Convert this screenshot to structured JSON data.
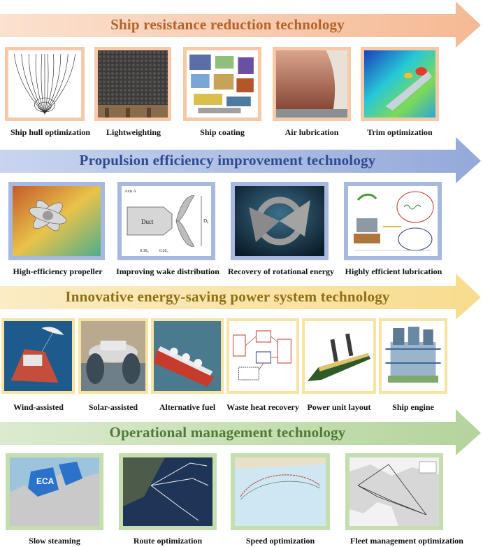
{
  "colors": {
    "resistance": "#f7c9a9",
    "resistance_text": "#b5622b",
    "propulsion": "#a7b9e0",
    "propulsion_text": "#2f4a8f",
    "power": "#f9e3a3",
    "power_text": "#8e6f13",
    "operation": "#c4deb0",
    "operation_text": "#4f7a37"
  },
  "sections": {
    "resistance": {
      "title": "Ship resistance reduction technology",
      "items": [
        {
          "label": "Ship hull optimization",
          "image": "hull-lines-drawing"
        },
        {
          "label": "Lightweighting",
          "image": "lightweight-panel-photo"
        },
        {
          "label": "Ship coating",
          "image": "coating-schematic"
        },
        {
          "label": "Air lubrication",
          "image": "hull-photo"
        },
        {
          "label": "Trim optimization",
          "image": "cfd-pressure-field"
        }
      ]
    },
    "propulsion": {
      "title": "Propulsion efficiency improvement technology",
      "items": [
        {
          "label": "High-efficiency propeller",
          "image": "propeller-render"
        },
        {
          "label": "Improving wake distribution",
          "image": "duct-propeller-diagram"
        },
        {
          "label": "Recovery of rotational energy",
          "image": "rotational-energy-render"
        },
        {
          "label": "Highly efficient lubrication",
          "image": "lubrication-schematic"
        }
      ],
      "duct_text": "Duct",
      "axis_text": "D₀",
      "dim_left": "0.30₀",
      "dim_right": "0.20₀",
      "corner_text": "Axis A"
    },
    "power": {
      "title": "Innovative energy-saving power system technology",
      "items": [
        {
          "label": "Wind-assisted",
          "image": "kite-ship-photo"
        },
        {
          "label": "Solar-assisted",
          "image": "solar-ship-photo"
        },
        {
          "label": "Alternative fuel",
          "image": "lng-tanker-photo"
        },
        {
          "label": "Waste heat recovery",
          "image": "heat-recovery-diagram"
        },
        {
          "label": "Power unit layout",
          "image": "sail-ship-render"
        },
        {
          "label": "Ship engine",
          "image": "engine-render"
        }
      ]
    },
    "operation": {
      "title": "Operational management technology",
      "items": [
        {
          "label": "Slow steaming",
          "image": "eca-map"
        },
        {
          "label": "Route optimization",
          "image": "route-map"
        },
        {
          "label": "Speed optimization",
          "image": "ocean-route-chart"
        },
        {
          "label": "Fleet management optimization",
          "image": "fleet-network-map"
        }
      ],
      "eca_label": "ECA"
    }
  }
}
